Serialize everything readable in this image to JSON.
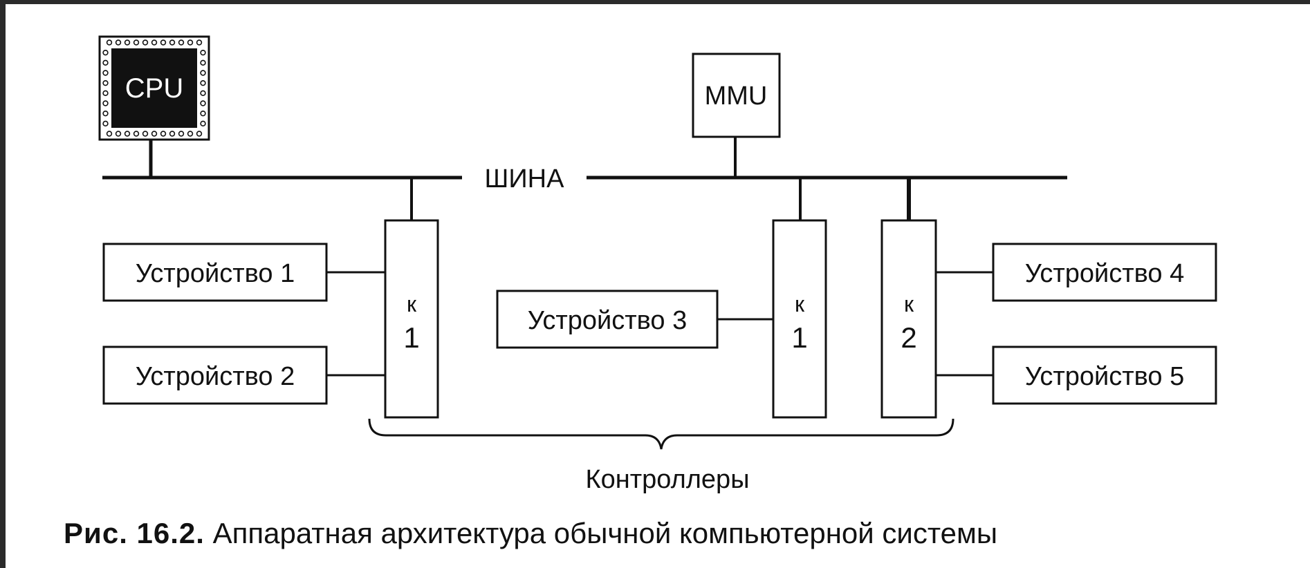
{
  "diagram": {
    "cpu_label": "CPU",
    "mmu_label": "MMU",
    "bus_label": "ШИНА",
    "controllers_label": "Контроллеры",
    "controllers": [
      {
        "letter": "к",
        "number": "1"
      },
      {
        "letter": "к",
        "number": "1"
      },
      {
        "letter": "к",
        "number": "2"
      }
    ],
    "devices": [
      "Устройство 1",
      "Устройство 2",
      "Устройство 3",
      "Устройство 4",
      "Устройство 5"
    ]
  },
  "caption": {
    "figure_label": "Рис. 16.2.",
    "text": "Аппаратная архитектура обычной компьютерной системы"
  },
  "colors": {
    "line": "#111111",
    "background": "#ffffff",
    "cpu_fill": "#111111"
  }
}
